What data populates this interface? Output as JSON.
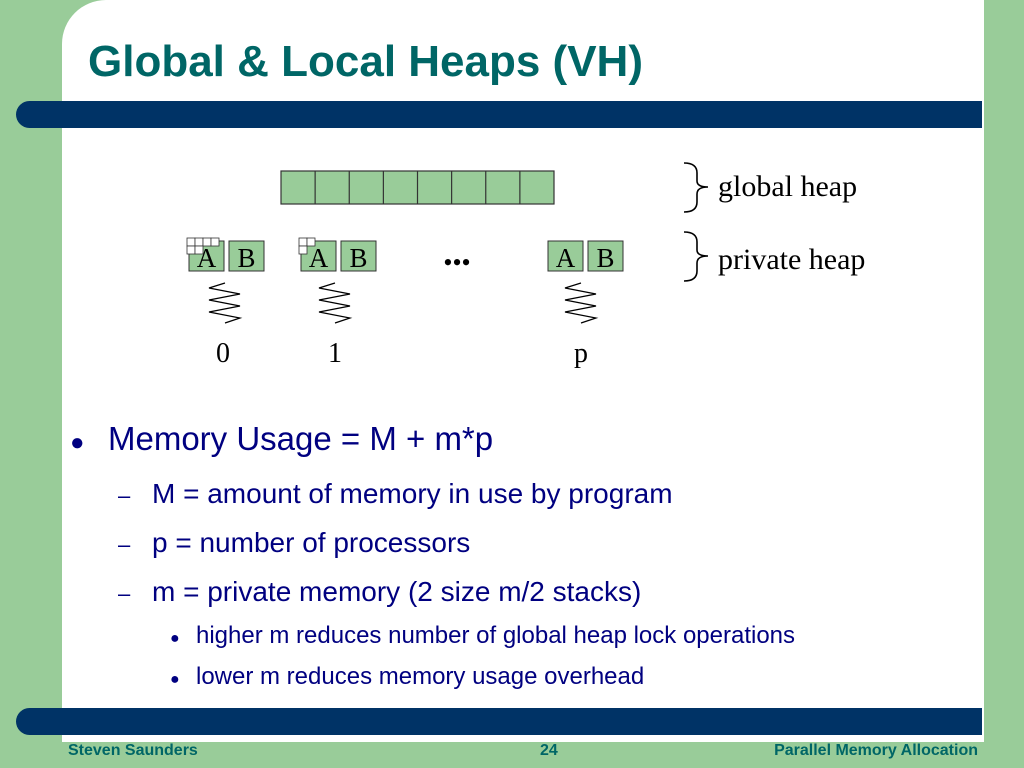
{
  "slide": {
    "title": "Global & Local Heaps (VH)",
    "diagram": {
      "global_label": "global heap",
      "private_label": "private heap",
      "ellipsis": "•••",
      "processors": [
        {
          "id": "0",
          "a": "A",
          "b": "B"
        },
        {
          "id": "1",
          "a": "A",
          "b": "B"
        },
        {
          "id": "p",
          "a": "A",
          "b": "B"
        }
      ]
    },
    "bullets": {
      "main": "Memory Usage = M + m*p",
      "sub": [
        "M = amount of memory in use by program",
        "p = number of processors",
        "m = private memory (2 size m/2 stacks)"
      ],
      "subsub": [
        "higher m reduces number of global heap lock operations",
        "lower m reduces memory usage overhead"
      ]
    },
    "footer": {
      "left": "Steven Saunders",
      "page": "24",
      "right": "Parallel Memory Allocation"
    }
  },
  "colors": {
    "background": "#99cc99",
    "bar": "#003366",
    "title": "#006666",
    "body_text": "#000080",
    "cell_fill": "#99cc99"
  }
}
